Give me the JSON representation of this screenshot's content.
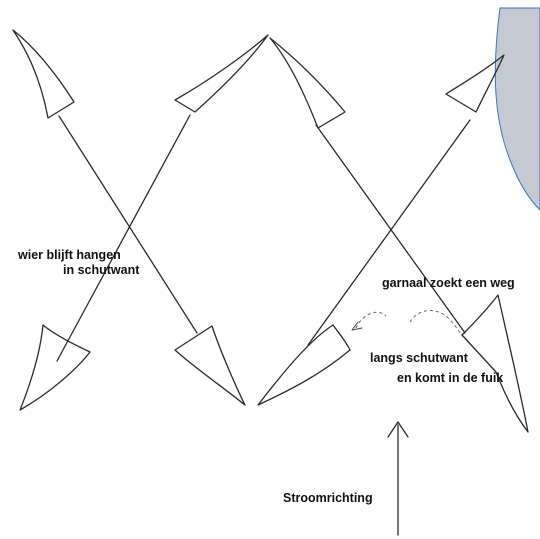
{
  "labels": {
    "wier_line1": "wier blijft hangen",
    "wier_line2": "in schutwant",
    "garnaal": "garnaal zoekt een weg",
    "langs_line1": "langs schutwant",
    "langs_line2": "en komt in de fuik",
    "stroomrichting": "Stroomrichting"
  },
  "colors": {
    "pen": "#2b2b2b",
    "net_fill": "#c5cad2",
    "net_edge": "#3a73c7"
  }
}
